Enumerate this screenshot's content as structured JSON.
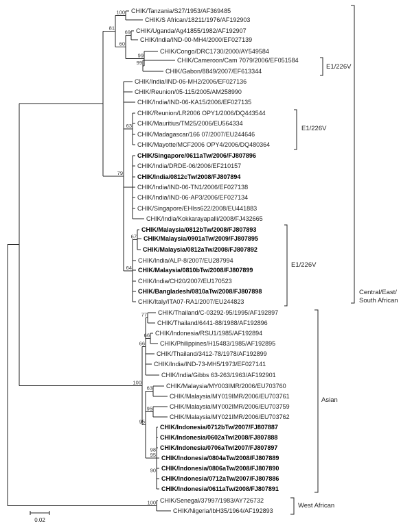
{
  "leaves": [
    {
      "label": "CHIK/Tanzania/S27/1953/AF369485",
      "bold": false
    },
    {
      "label": "CHIK/S African/18211/1976/AF192903",
      "bold": false
    },
    {
      "label": "CHIK/Uganda/Ag41855/1982/AF192907",
      "bold": false
    },
    {
      "label": "CHIK/India/IND-00-MH4/2000/EF027139",
      "bold": false
    },
    {
      "label": "CHIK/Congo/DRC1730/2000/AY549584",
      "bold": false
    },
    {
      "label": "CHIK/Cameroon/Cam 7079/2006/EF051584",
      "bold": false
    },
    {
      "label": "CHIK/Gabon/8849/2007/EF613344",
      "bold": false
    },
    {
      "label": "CHIK/India/IND-06-MH2/2006/EF027136",
      "bold": false
    },
    {
      "label": "CHIK/Reunion/05-115/2005/AM258990",
      "bold": false
    },
    {
      "label": "CHIK/India/IND-06-KA15/2006/EF027135",
      "bold": false
    },
    {
      "label": "CHIK/Reunion/LR2006 OPY1/2006/DQ443544",
      "bold": false
    },
    {
      "label": "CHIK/Mauritius/TM25/2006/EU564334",
      "bold": false
    },
    {
      "label": "CHIK/Madagascar/166 07/2007/EU244646",
      "bold": false
    },
    {
      "label": "CHIK/Mayotte/MCF2006 OPY4/2006/DQ480364",
      "bold": false
    },
    {
      "label": "CHIK/Singapore/0611aTw/2006/FJ807896",
      "bold": true
    },
    {
      "label": "CHIK/India/DRDE-06/2006/EF210157",
      "bold": false
    },
    {
      "label": "CHIK/India/0812cTw/2008/FJ807894",
      "bold": true
    },
    {
      "label": "CHIK/India/IND-06-TN1/2006/EF027138",
      "bold": false
    },
    {
      "label": "CHIK/India/IND-06-AP3/2006/EF027134",
      "bold": false
    },
    {
      "label": "CHIK/Singapore/EHIss622/2008/EU441883",
      "bold": false
    },
    {
      "label": "CHIK/India/Kokkarayapalli/2008/FJ432665",
      "bold": false
    },
    {
      "label": "CHIK/Malaysia/0812bTw/2008/FJ807893",
      "bold": true
    },
    {
      "label": "CHIK/Malaysia/0901aTw/2009/FJ807895",
      "bold": true
    },
    {
      "label": "CHIK/Malaysia/0812aTw/2008/FJ807892",
      "bold": true
    },
    {
      "label": "CHIK/India/ALP-8/2007/EU287994",
      "bold": false
    },
    {
      "label": "CHIK/Malaysia/0810bTw/2008/FJ807899",
      "bold": true
    },
    {
      "label": "CHIK/India/CH20/2007/EU170523",
      "bold": false
    },
    {
      "label": "CHIK/Bangladesh/0810aTw/2008/FJ807898",
      "bold": true
    },
    {
      "label": "CHIK/Italy/ITA07-RA1/2007/EU244823",
      "bold": false
    },
    {
      "label": "CHIK/Thailand/C-03292-95/1995/AF192897",
      "bold": false
    },
    {
      "label": "CHIK/Thailand/6441-88/1988/AF192896",
      "bold": false
    },
    {
      "label": "CHIK/Indonesia/RSU1/1985/AF192894",
      "bold": false
    },
    {
      "label": "CHIK/Philippines/H15483/1985/AF192895",
      "bold": false
    },
    {
      "label": "CHIK/Thailand/3412-78/1978/AF192899",
      "bold": false
    },
    {
      "label": "CHIK/India/IND-73-MH5/1973/EF027141",
      "bold": false
    },
    {
      "label": "CHIK/India/Gibbs 63-263/1963/AF192901",
      "bold": false
    },
    {
      "label": "CHIK/Malaysia/MY003IMR/2006/EU703760",
      "bold": false
    },
    {
      "label": "CHIK/Malaysia/MY019IMR/2006/EU703761",
      "bold": false
    },
    {
      "label": "CHIK/Malaysia/MY002IMR/2006/EU703759",
      "bold": false
    },
    {
      "label": "CHIK/Malaysia/MY021IMR/2006/EU703762",
      "bold": false
    },
    {
      "label": "CHIK/Indonesia/0712bTw/2007/FJ807887",
      "bold": true
    },
    {
      "label": "CHIK/Indonesia/0602aTw/2008/FJ807888",
      "bold": true
    },
    {
      "label": "CHIK/Indonesia/0706aTw/2007/FJ807897",
      "bold": true
    },
    {
      "label": "CHIK/Indonesia/0804aTw/2008/FJ807889",
      "bold": true
    },
    {
      "label": "CHIK/Indonesia/0806aTw/2008/FJ807890",
      "bold": true
    },
    {
      "label": "CHIK/Indonesia/0712aTw/2007/FJ807886",
      "bold": true
    },
    {
      "label": "CHIK/Indonesia/0611aTw/2008/FJ807891",
      "bold": true
    },
    {
      "label": "CHIK/Senegal/37997/1983/AY726732",
      "bold": false
    },
    {
      "label": "CHIK/Nigeria/IbH35/1964/AF192893",
      "bold": false
    }
  ],
  "bootstrap": [
    "100",
    "69",
    "60",
    "81",
    "99",
    "99",
    "79",
    "63",
    "77",
    "67",
    "64",
    "77",
    "66",
    "66",
    "100",
    "63",
    "95",
    "95",
    "98",
    "95",
    "90",
    "64",
    "100"
  ],
  "groups": {
    "east_african_line1": "Central/East/",
    "east_african_line2": "South African",
    "asian": "Asian",
    "west_african": "West African"
  },
  "mutation_labels": [
    "E1/226V",
    "E1/226V",
    "E1/226V"
  ],
  "scale_label": "0.02"
}
